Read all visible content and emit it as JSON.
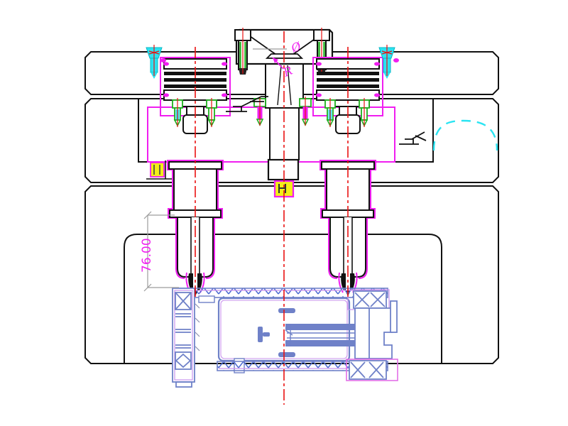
{
  "annotations": {
    "height_dimension": "76.00",
    "diameter_label": "Ø",
    "radius_label": "R"
  },
  "colors": {
    "bg": "#ffffff",
    "line": "#111111",
    "highlight": "#f01ef0",
    "centerline": "#e91212",
    "green": "#1faf1f",
    "cyan": "#2ae4f2",
    "yellow": "#f2ee17",
    "gray": "#9c9c9c",
    "product_blue": "#6f81c8",
    "product_violet": "#c993ee",
    "product_violet_bright": "#e26fe8",
    "product_hatch": "#4e6bd2"
  }
}
